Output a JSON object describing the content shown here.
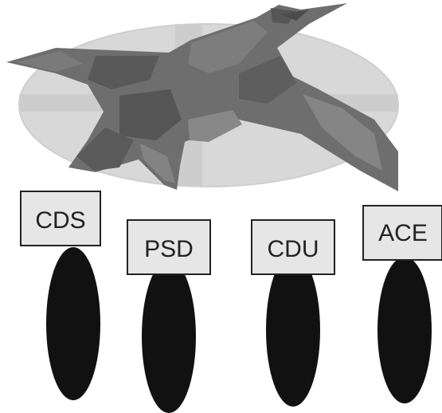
{
  "colors": {
    "background": "#ffffff",
    "ellipse_fill": "#d8d8d8",
    "ellipse_band": "#c4c4c4",
    "aircraft_base": "#6e6e6e",
    "aircraft_dark": "#575757",
    "aircraft_light": "#8a8a8a",
    "label_fill": "#e6e6e6",
    "label_stroke": "#222222",
    "pod_fill": "#111111"
  },
  "illustration": {
    "aircraft_icon": "fighter-jet-icon",
    "backdrop": "grey-ellipse"
  },
  "labels": [
    {
      "text": "CDS",
      "pod_icon": "black-oval-pod"
    },
    {
      "text": "PSD",
      "pod_icon": "black-oval-pod"
    },
    {
      "text": "CDU",
      "pod_icon": "black-oval-pod"
    },
    {
      "text": "ACE",
      "pod_icon": "black-oval-pod"
    }
  ]
}
